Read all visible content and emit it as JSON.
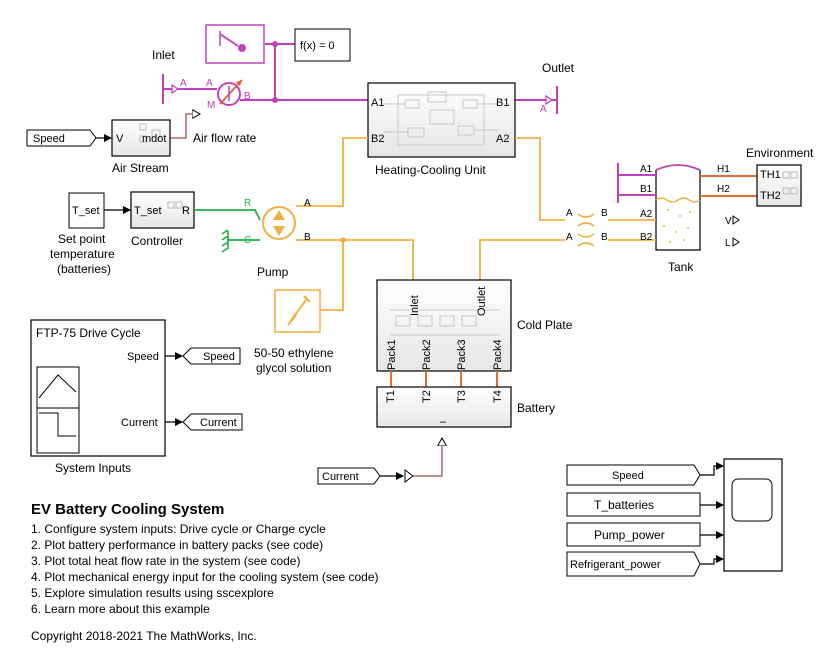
{
  "diagram": {
    "labels": {
      "inlet": "Inlet",
      "outlet": "Outlet",
      "environment": "Environment",
      "air_stream": "Air Stream",
      "air_flow_rate": "Air flow rate",
      "heating_cooling_unit": "Heating-Cooling Unit",
      "controller": "Controller",
      "set_point": [
        "Set point",
        "temperature",
        "(batteries)"
      ],
      "pump": "Pump",
      "glycol": [
        "50-50 ethylene",
        "glycol solution"
      ],
      "cold_plate": "Cold Plate",
      "battery": "Battery",
      "tank": "Tank",
      "system_inputs": "System Inputs",
      "fx": "f(x) = 0",
      "drive_cycle": "FTP-75 Drive Cycle"
    },
    "ports": {
      "A": "A",
      "B": "B",
      "M": "M",
      "V": "V",
      "mdot": "mdot",
      "A1": "A1",
      "A2": "A2",
      "B1": "B1",
      "B2": "B2",
      "H1": "H1",
      "H2": "H2",
      "TH1": "TH1",
      "TH2": "TH2",
      "R": "R",
      "C": "C",
      "T_set": "T_set",
      "inlet_port": "Inlet",
      "outlet_port": "Outlet",
      "pack1": "Pack1",
      "pack2": "Pack2",
      "pack3": "Pack3",
      "pack4": "Pack4",
      "T1": "T1",
      "T2": "T2",
      "T3": "T3",
      "T4": "T4",
      "Vout": "V",
      "Lout": "L",
      "speed_port": "Speed",
      "current_port": "Current",
      "minus": "–"
    },
    "tags": {
      "speed": "Speed",
      "current": "Current",
      "t_set_const": "T_set",
      "t_batteries": "T_batteries",
      "pump_power": "Pump_power",
      "refrigerant_power": "Refrigerant_power"
    },
    "colors": {
      "moist_air": "#c040c0",
      "liquid": "#f0b040",
      "thermal": "#e07030",
      "signal": "#000000",
      "control": "#20b040",
      "mech": "#20b040",
      "physical_signal": "#a05050"
    }
  },
  "notes": {
    "title": "EV Battery Cooling System",
    "steps": [
      "1. Configure system inputs: Drive cycle or Charge cycle",
      "2. Plot battery performance in battery packs (see code)",
      "3. Plot total heat flow rate in the system (see code)",
      "4. Plot mechanical energy input for the cooling system (see code)",
      "5. Explore simulation results using sscexplore",
      "6. Learn more about this example"
    ],
    "copyright": "Copyright 2018-2021 The MathWorks, Inc."
  }
}
